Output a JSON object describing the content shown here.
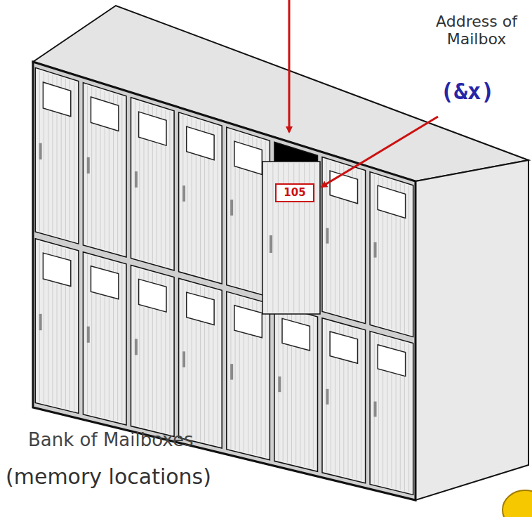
{
  "diagram": {
    "nodes": [
      {
        "text": [
          "105"
        ]
      }
    ],
    "labels": [
      "Address of Mailbox",
      "(&x)",
      "Bank of Mailboxes",
      "(memory locations)"
    ]
  }
}
